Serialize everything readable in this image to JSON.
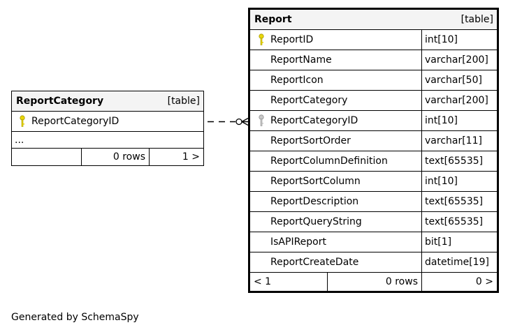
{
  "report_category": {
    "name": "ReportCategory",
    "kind": "[table]",
    "key_column": "ReportCategoryID",
    "ellipsis": "...",
    "footer": {
      "left": "",
      "rows": "0 rows",
      "next": "1 >"
    }
  },
  "report": {
    "name": "Report",
    "kind": "[table]",
    "columns": [
      {
        "name": "ReportID",
        "type": "int[10]",
        "icon": "primary-key"
      },
      {
        "name": "ReportName",
        "type": "varchar[200]",
        "icon": ""
      },
      {
        "name": "ReportIcon",
        "type": "varchar[50]",
        "icon": ""
      },
      {
        "name": "ReportCategory",
        "type": "varchar[200]",
        "icon": ""
      },
      {
        "name": "ReportCategoryID",
        "type": "int[10]",
        "icon": "foreign-key"
      },
      {
        "name": "ReportSortOrder",
        "type": "varchar[11]",
        "icon": ""
      },
      {
        "name": "ReportColumnDefinition",
        "type": "text[65535]",
        "icon": ""
      },
      {
        "name": "ReportSortColumn",
        "type": "int[10]",
        "icon": ""
      },
      {
        "name": "ReportDescription",
        "type": "text[65535]",
        "icon": ""
      },
      {
        "name": "ReportQueryString",
        "type": "text[65535]",
        "icon": ""
      },
      {
        "name": "IsAPIReport",
        "type": "bit[1]",
        "icon": ""
      },
      {
        "name": "ReportCreateDate",
        "type": "datetime[19]",
        "icon": ""
      }
    ],
    "footer": {
      "prev": "< 1",
      "rows": "0 rows",
      "next": "0 >"
    }
  },
  "icons": {
    "primary_key_color": "#e8d60a",
    "foreign_key_color": "#b0b0b0"
  },
  "credit": "Generated by SchemaSpy"
}
